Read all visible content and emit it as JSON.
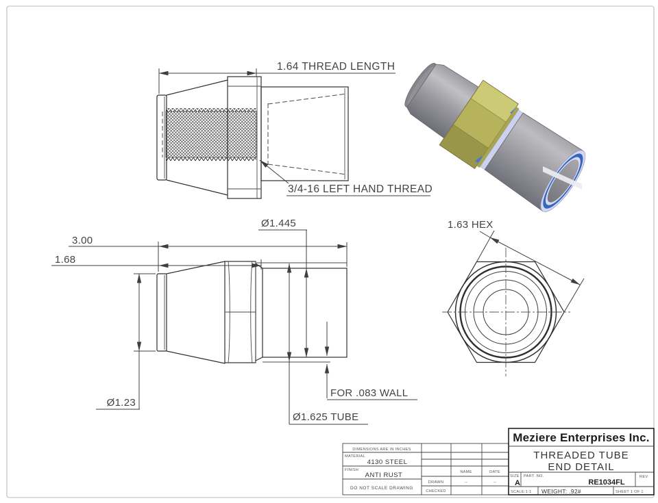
{
  "section_view": {
    "thread_length_label": "1.64 THREAD LENGTH",
    "thread_callout": "3/4-16 LEFT HAND THREAD"
  },
  "side_view": {
    "overall_length": "3.00",
    "body_length": "1.68",
    "flange_diameter": "Ø1.23",
    "pilot_diameter": "Ø1.445",
    "tube_label": "Ø1.625 TUBE",
    "wall_label": "FOR .083 WALL"
  },
  "hex_view": {
    "hex_label": "1.63 HEX"
  },
  "title_block": {
    "company": "Meziere Enterprises Inc.",
    "title_line1": "THREADED TUBE",
    "title_line2": "END DETAIL",
    "size_label": "SIZE",
    "size": "A",
    "part_label": "PART.  NO.",
    "part_number": "RE1034FL",
    "rev_label": "REV.",
    "scale": "SCALE:1:1",
    "weight": "WEIGHT: .92#",
    "sheet": "SHEET 1 OF 1"
  },
  "notes_block": {
    "dimensions_note": "DIMENSIONS ARE IN INCHES",
    "material_label": "MATERIAL",
    "material": "4130 STEEL",
    "finish_label": "FINISH",
    "finish": "ANTI RUST",
    "scale_note": "DO  NOT  SCALE  DRAWING",
    "name_header": "NAME",
    "date_header": "DATE",
    "drawn_label": "DRAWN",
    "checked_label": "CHECKED",
    "drawn_name": "--",
    "drawn_date": "--"
  },
  "colors": {
    "line": "#2e2e2e",
    "dim_text": "#434343",
    "hex_olive": "#b6b35c",
    "ring_blue": "#3566b8",
    "rim_lavender": "#ced3ee",
    "body_gray": "#97979d"
  }
}
